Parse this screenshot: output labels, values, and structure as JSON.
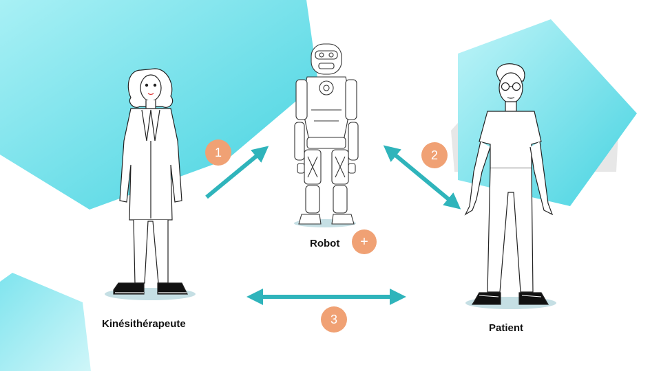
{
  "actors": {
    "therapist": "Kinésithérapeute",
    "robot": "Robot",
    "patient": "Patient"
  },
  "steps": {
    "one": "1",
    "two": "2",
    "three": "3"
  },
  "expand_symbol": "+",
  "colors": {
    "accent_teal": "#2fb4bb",
    "badge_orange": "#f0a174",
    "shape_cyan": "#4fd6e2"
  }
}
